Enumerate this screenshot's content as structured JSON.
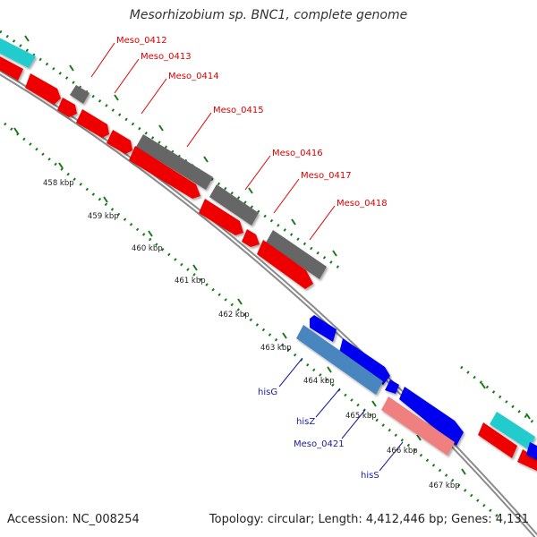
{
  "title": "Mesorhizobium sp. BNC1, complete genome",
  "footer": {
    "accession": "Accession: NC_008254",
    "summary": "Topology: circular; Length: 4,412,446 bp; Genes: 4,131"
  },
  "colors": {
    "background": "#ffffff",
    "backbone": "#8c8c8c",
    "forward_orf": "#0000ee",
    "reverse_orf": "#ee0000",
    "gray_feature": "#666666",
    "cyan_feature": "#22cccc",
    "steelblue_feature": "#4a86c0",
    "pink_feature": "#f08080",
    "label_red": "#dd0000",
    "label_blue": "#1a1aa0",
    "scale_green": "#1a7a1a"
  },
  "scale_labels": [
    "458 kbp",
    "459 kbp",
    "460 kbp",
    "461 kbp",
    "462 kbp",
    "463 kbp",
    "464 kbp",
    "465 kbp",
    "466 kbp",
    "467 kbp"
  ],
  "feature_labels": [
    {
      "text": "Meso_0412",
      "color": "red"
    },
    {
      "text": "Meso_0413",
      "color": "red"
    },
    {
      "text": "Meso_0414",
      "color": "red"
    },
    {
      "text": "Meso_0415",
      "color": "red"
    },
    {
      "text": "Meso_0416",
      "color": "red"
    },
    {
      "text": "Meso_0417",
      "color": "red"
    },
    {
      "text": "Meso_0418",
      "color": "red"
    },
    {
      "text": "hisG",
      "color": "blue"
    },
    {
      "text": "hisZ",
      "color": "blue"
    },
    {
      "text": "Meso_0421",
      "color": "blue"
    },
    {
      "text": "hisS",
      "color": "blue"
    }
  ]
}
